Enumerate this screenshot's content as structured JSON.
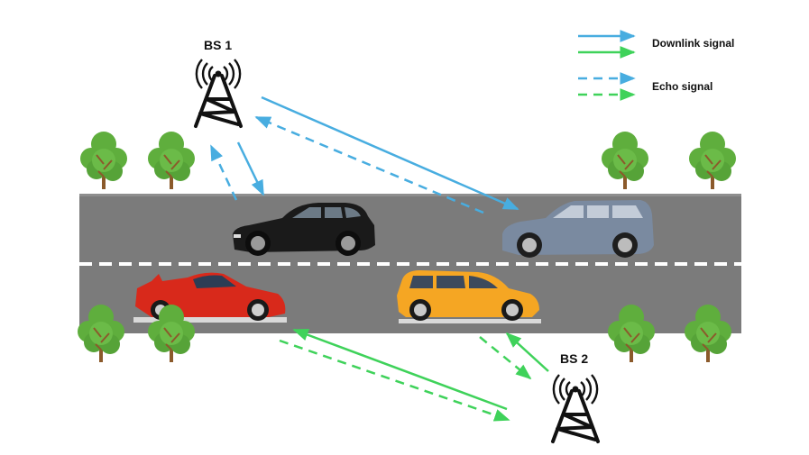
{
  "diagram": {
    "base_stations": [
      {
        "label": "BS 1"
      },
      {
        "label": "BS 2"
      }
    ],
    "legend": [
      {
        "label": "Downlink signal",
        "style": "solid"
      },
      {
        "label": "Echo signal",
        "style": "dashed"
      }
    ],
    "colors": {
      "bs1_signal": "#48ade0",
      "bs2_signal": "#3fd25a",
      "road": "#7b7b7b",
      "lane_marking": "#ffffff",
      "tree_foliage": "#5fae3d",
      "trunk": "#8b5a2b",
      "tower": "#111111"
    },
    "vehicles": [
      {
        "name": "black-suv",
        "color": "#1a1a1a"
      },
      {
        "name": "gray-minivan",
        "color": "#7a8aa0"
      },
      {
        "name": "red-sports-car",
        "color": "#d8291b"
      },
      {
        "name": "orange-hatchback",
        "color": "#f5a623"
      }
    ]
  }
}
